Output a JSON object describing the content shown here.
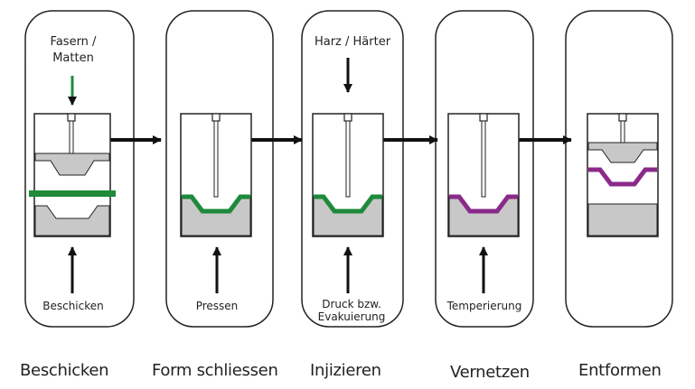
{
  "steps": [
    {
      "caption": "Beschicken",
      "top_label": "Fasern /\nMatten",
      "bottom_label": "Beschicken"
    },
    {
      "caption": "Form schliessen",
      "top_label": "",
      "bottom_label": "Pressen"
    },
    {
      "caption": "Injizieren",
      "top_label": "Harz / Härter",
      "bottom_label": "Druck bzw.\nEvakuierung"
    },
    {
      "caption": "Vernetzen",
      "top_label": "",
      "bottom_label": "Temperierung"
    },
    {
      "caption": "Entformen",
      "top_label": "",
      "bottom_label": ""
    }
  ],
  "colors": {
    "fiber_green": "#1e8a3a",
    "cured_purple": "#8a2a8a",
    "mold_gray": "#c8c8c8",
    "outline": "#222222"
  }
}
